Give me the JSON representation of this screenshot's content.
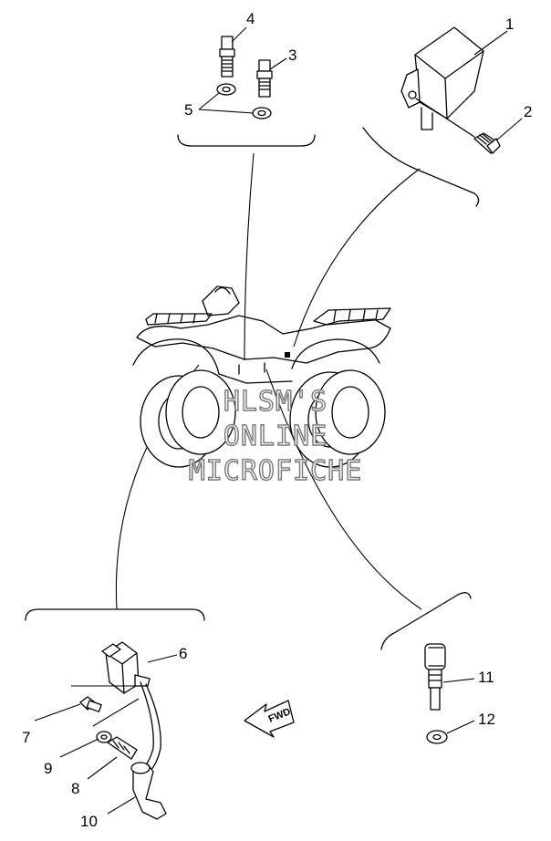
{
  "callouts": {
    "c1": "1",
    "c2": "2",
    "c3": "3",
    "c4": "4",
    "c5": "5",
    "c6": "6",
    "c7": "7",
    "c8": "8",
    "c9": "9",
    "c10": "10",
    "c11": "11",
    "c12": "12"
  },
  "fwd_label": "FWD",
  "watermark": {
    "line1": "HLSM'S",
    "line2": "ONLINE",
    "line3": "MICROFICHE"
  }
}
